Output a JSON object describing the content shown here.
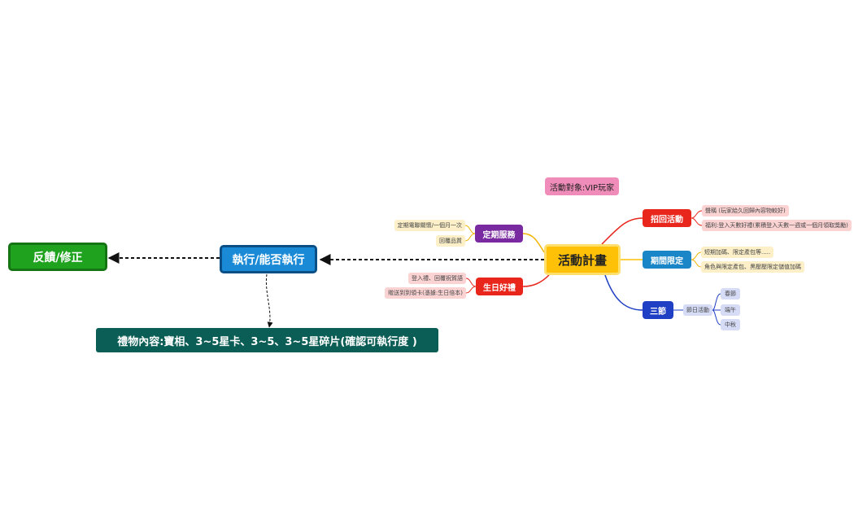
{
  "center": {
    "label": "活動計畫"
  },
  "audience": {
    "label": "活動對象:VIP玩家"
  },
  "branches": {
    "recall": {
      "label": "招回活動",
      "color": "#e8261c",
      "items": [
        "聲稱 (玩家給久回歸內容物較好)",
        "福利:登入天數好禮(累積登入天數一週或一個月領取獎勵)"
      ]
    },
    "limited": {
      "label": "期間限定",
      "color": "#1a86c8",
      "items": [
        "短期加碼、限定產包等.....",
        "角色與限定產包、黑壓壓限定儲值加碼"
      ]
    },
    "festival": {
      "label": "三節",
      "color": "#1f3fc4",
      "hub": "節日活動",
      "items": [
        "春節",
        "端午",
        "中秋"
      ]
    },
    "regular": {
      "label": "定期服務",
      "color": "#7a2aa0",
      "items": [
        "定期電聯關懷/一個月一次",
        "回覆品質"
      ]
    },
    "birthday": {
      "label": "生日好禮",
      "color": "#e8261c",
      "items": [
        "登入禮、回覆祝賀語",
        "贈送到到領卡(憑據:生日倍本)"
      ]
    }
  },
  "execute": {
    "label": "執行/能否執行"
  },
  "feedback": {
    "label": "反饋/修正"
  },
  "gift": {
    "label": "禮物內容:寶相、3~5星卡、3~5、3~5星碎片(確認可執行度 )"
  }
}
